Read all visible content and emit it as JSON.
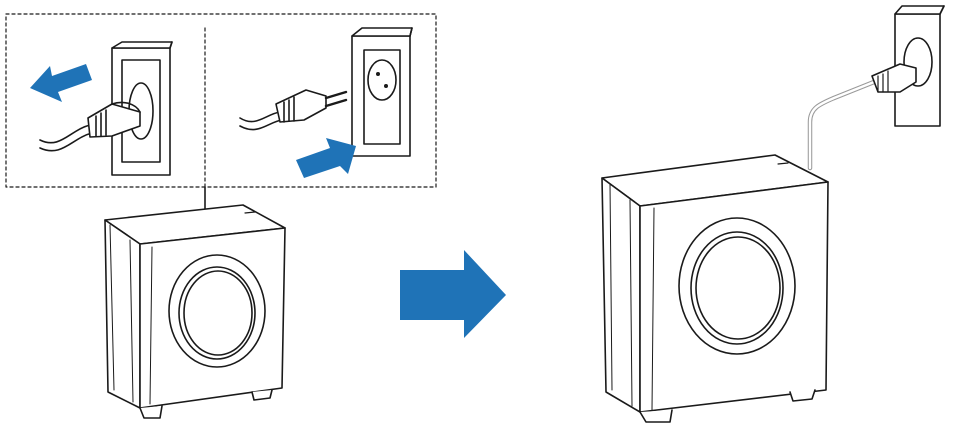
{
  "colors": {
    "line": "#1a1a1a",
    "arrow_blue": "#1f73b7",
    "background": "#ffffff",
    "cable_gray": "#9a9a9a"
  },
  "icons": {
    "unplug_arrow": "arrow-left-icon",
    "plug_in_arrow": "arrow-right-icon",
    "transition_arrow": "arrow-right-icon"
  },
  "steps": [
    {
      "name": "unplug-plug"
    },
    {
      "name": "insert-plug-into-socket"
    },
    {
      "name": "subwoofer-connected-to-wall-outlet"
    }
  ]
}
